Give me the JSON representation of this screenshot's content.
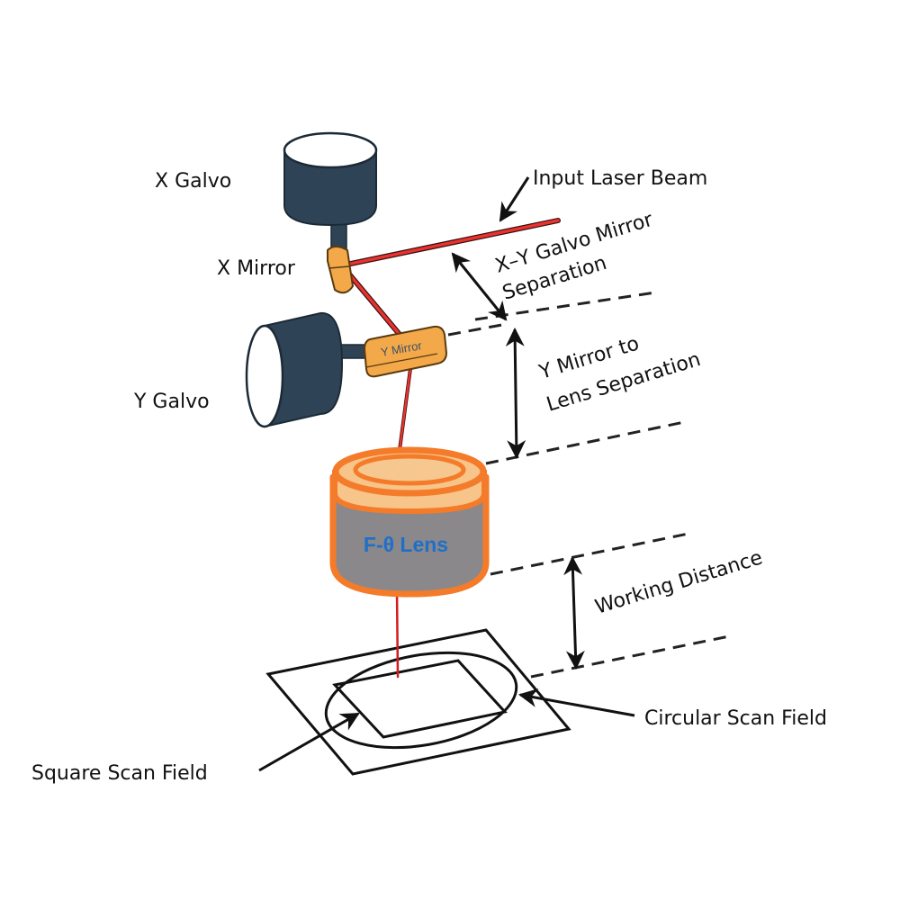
{
  "diagram": {
    "title": "Galvo laser scanning system",
    "colors": {
      "galvo_body": "#2f4356",
      "mirror": "#f3a94a",
      "mirror_outline": "#5a3a10",
      "laser": "#e8332f",
      "lens_orange": "#f47b2a",
      "lens_light": "#f7c48a",
      "lens_gray": "#8a888b",
      "lens_text": "#1f6fc9",
      "ink": "#111111"
    },
    "labels": {
      "x_galvo": "X Galvo",
      "x_mirror": "X Mirror",
      "y_galvo": "Y Galvo",
      "y_mirror_body": "Y Mirror",
      "input_beam": "Input Laser Beam",
      "xy_sep_line1": "X–Y Galvo Mirror",
      "xy_sep_line2": "Separation",
      "ylens_line1": "Y Mirror to",
      "ylens_line2": "Lens Separation",
      "lens": "F-θ Lens",
      "working_distance": "Working Distance",
      "circular_field": "Circular Scan Field",
      "square_field": "Square Scan Field"
    }
  }
}
